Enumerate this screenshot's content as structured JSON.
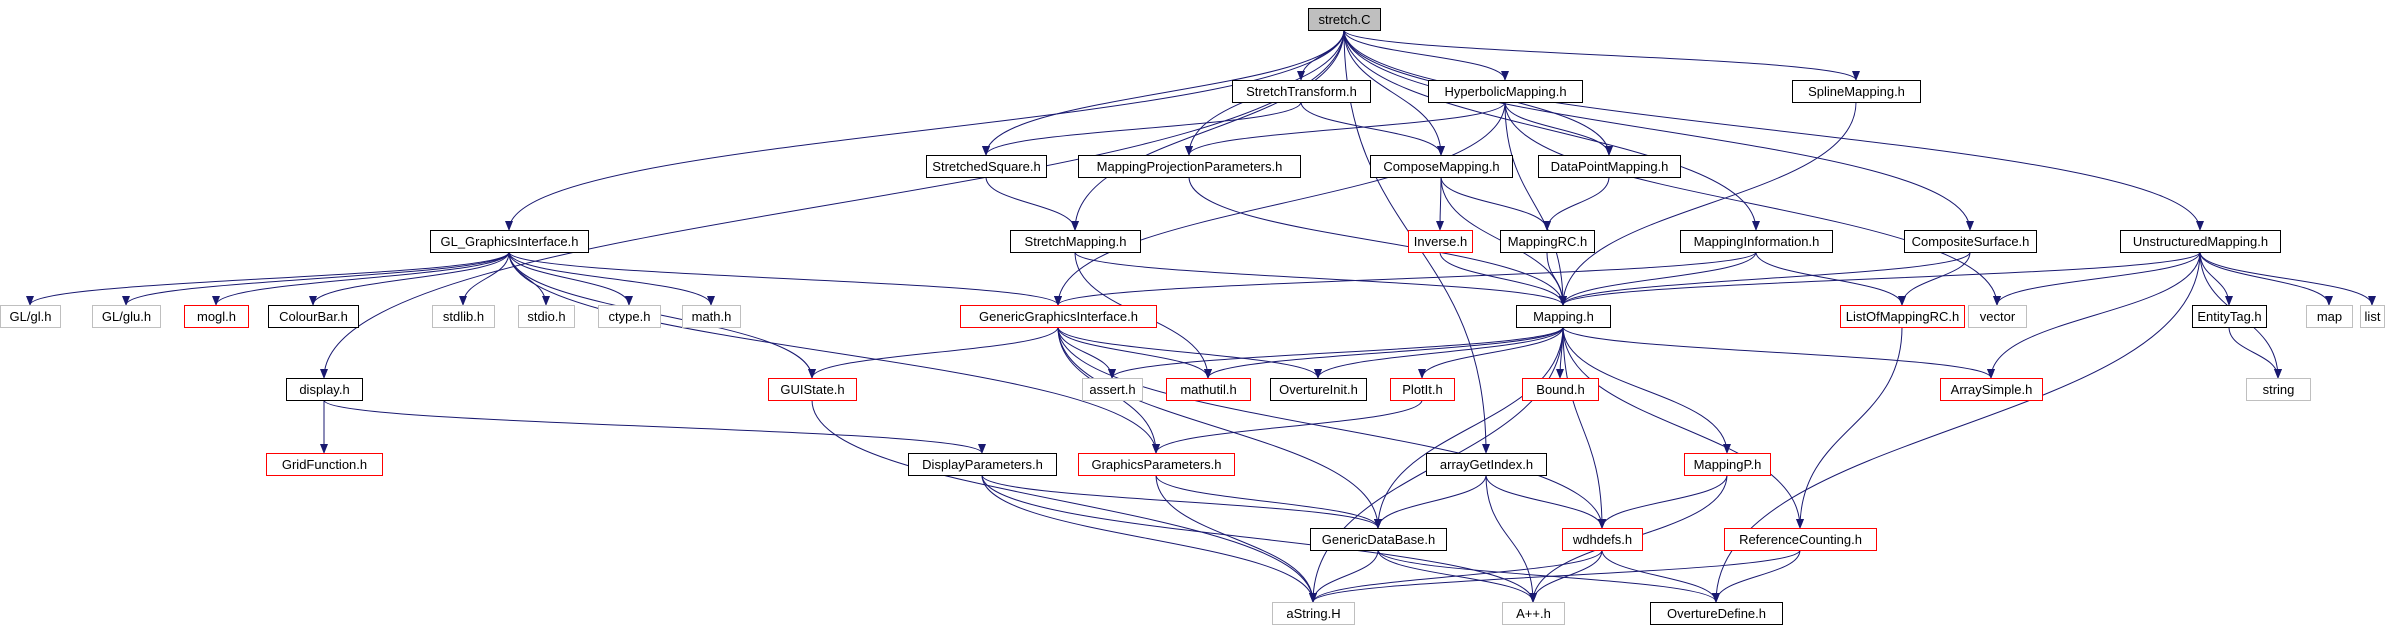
{
  "colors": {
    "edge": "#191970",
    "border_default": "#000000",
    "border_undocumented": "#ff0000",
    "border_system": "#bfbfbf",
    "fill_root": "#bfbfbf",
    "fill_default": "#ffffff",
    "text": "#000000"
  },
  "nodes": [
    {
      "id": "stretch_c",
      "label": "stretch.C",
      "kind": "root"
    },
    {
      "id": "stretchtransform",
      "label": "StretchTransform.h",
      "kind": "default"
    },
    {
      "id": "hyperbolicmapping",
      "label": "HyperbolicMapping.h",
      "kind": "default"
    },
    {
      "id": "splinemapping",
      "label": "SplineMapping.h",
      "kind": "default"
    },
    {
      "id": "stretchedsquare",
      "label": "StretchedSquare.h",
      "kind": "default"
    },
    {
      "id": "mappingprojectionparameters",
      "label": "MappingProjectionParameters.h",
      "kind": "default"
    },
    {
      "id": "composemapping",
      "label": "ComposeMapping.h",
      "kind": "default"
    },
    {
      "id": "datapointmapping",
      "label": "DataPointMapping.h",
      "kind": "default"
    },
    {
      "id": "gl_graphicsinterface",
      "label": "GL_GraphicsInterface.h",
      "kind": "default"
    },
    {
      "id": "stretchmapping",
      "label": "StretchMapping.h",
      "kind": "default"
    },
    {
      "id": "inverse",
      "label": "Inverse.h",
      "kind": "undocumented"
    },
    {
      "id": "mappingrc",
      "label": "MappingRC.h",
      "kind": "default"
    },
    {
      "id": "mappinginformation",
      "label": "MappingInformation.h",
      "kind": "default"
    },
    {
      "id": "compositesurface",
      "label": "CompositeSurface.h",
      "kind": "default"
    },
    {
      "id": "unstructuredmapping",
      "label": "UnstructuredMapping.h",
      "kind": "default"
    },
    {
      "id": "gl_gl",
      "label": "GL/gl.h",
      "kind": "system"
    },
    {
      "id": "gl_glu",
      "label": "GL/glu.h",
      "kind": "system"
    },
    {
      "id": "mogl",
      "label": "mogl.h",
      "kind": "undocumented"
    },
    {
      "id": "colourbar",
      "label": "ColourBar.h",
      "kind": "default"
    },
    {
      "id": "stdlib",
      "label": "stdlib.h",
      "kind": "system"
    },
    {
      "id": "stdio",
      "label": "stdio.h",
      "kind": "system"
    },
    {
      "id": "ctype",
      "label": "ctype.h",
      "kind": "system"
    },
    {
      "id": "math",
      "label": "math.h",
      "kind": "system"
    },
    {
      "id": "genericgraphicsinterface",
      "label": "GenericGraphicsInterface.h",
      "kind": "undocumented"
    },
    {
      "id": "mapping",
      "label": "Mapping.h",
      "kind": "default"
    },
    {
      "id": "listofmappingrc",
      "label": "ListOfMappingRC.h",
      "kind": "undocumented"
    },
    {
      "id": "vector",
      "label": "vector",
      "kind": "system"
    },
    {
      "id": "entitytag",
      "label": "EntityTag.h",
      "kind": "default"
    },
    {
      "id": "map",
      "label": "map",
      "kind": "system"
    },
    {
      "id": "list",
      "label": "list",
      "kind": "system"
    },
    {
      "id": "display",
      "label": "display.h",
      "kind": "default"
    },
    {
      "id": "guistate",
      "label": "GUIState.h",
      "kind": "undocumented"
    },
    {
      "id": "assert",
      "label": "assert.h",
      "kind": "system"
    },
    {
      "id": "mathutil",
      "label": "mathutil.h",
      "kind": "undocumented"
    },
    {
      "id": "overtureinit",
      "label": "OvertureInit.h",
      "kind": "default"
    },
    {
      "id": "plotit",
      "label": "PlotIt.h",
      "kind": "undocumented"
    },
    {
      "id": "bound",
      "label": "Bound.h",
      "kind": "undocumented"
    },
    {
      "id": "arraysimple",
      "label": "ArraySimple.h",
      "kind": "undocumented"
    },
    {
      "id": "string",
      "label": "string",
      "kind": "system"
    },
    {
      "id": "gridfunction",
      "label": "GridFunction.h",
      "kind": "undocumented"
    },
    {
      "id": "displayparameters",
      "label": "DisplayParameters.h",
      "kind": "default"
    },
    {
      "id": "graphicsparameters",
      "label": "GraphicsParameters.h",
      "kind": "undocumented"
    },
    {
      "id": "arraygetindex",
      "label": "arrayGetIndex.h",
      "kind": "default"
    },
    {
      "id": "mappingp",
      "label": "MappingP.h",
      "kind": "undocumented"
    },
    {
      "id": "genericdatabase",
      "label": "GenericDataBase.h",
      "kind": "default"
    },
    {
      "id": "wdhdefs",
      "label": "wdhdefs.h",
      "kind": "undocumented"
    },
    {
      "id": "referencecounting",
      "label": "ReferenceCounting.h",
      "kind": "undocumented"
    },
    {
      "id": "astring",
      "label": "aString.H",
      "kind": "system"
    },
    {
      "id": "aplusplus",
      "label": "A++.h",
      "kind": "system"
    },
    {
      "id": "overturedefine",
      "label": "OvertureDefine.h",
      "kind": "default"
    }
  ],
  "edges": [
    [
      "stretch_c",
      "stretchtransform"
    ],
    [
      "stretch_c",
      "hyperbolicmapping"
    ],
    [
      "stretch_c",
      "splinemapping"
    ],
    [
      "stretch_c",
      "stretchedsquare"
    ],
    [
      "stretch_c",
      "mappingprojectionparameters"
    ],
    [
      "stretch_c",
      "composemapping"
    ],
    [
      "stretch_c",
      "datapointmapping"
    ],
    [
      "stretch_c",
      "gl_graphicsinterface"
    ],
    [
      "stretch_c",
      "stretchmapping"
    ],
    [
      "stretch_c",
      "mappinginformation"
    ],
    [
      "stretch_c",
      "compositesurface"
    ],
    [
      "stretch_c",
      "unstructuredmapping"
    ],
    [
      "stretch_c",
      "display"
    ],
    [
      "stretch_c",
      "arraygetindex"
    ],
    [
      "stretchtransform",
      "stretchedsquare"
    ],
    [
      "stretchtransform",
      "composemapping"
    ],
    [
      "hyperbolicmapping",
      "mappingprojectionparameters"
    ],
    [
      "hyperbolicmapping",
      "datapointmapping"
    ],
    [
      "hyperbolicmapping",
      "genericgraphicsinterface"
    ],
    [
      "hyperbolicmapping",
      "mapping"
    ],
    [
      "hyperbolicmapping",
      "vector"
    ],
    [
      "splinemapping",
      "mapping"
    ],
    [
      "stretchedsquare",
      "stretchmapping"
    ],
    [
      "mappingprojectionparameters",
      "mapping"
    ],
    [
      "composemapping",
      "inverse"
    ],
    [
      "composemapping",
      "mappingrc"
    ],
    [
      "composemapping",
      "mapping"
    ],
    [
      "datapointmapping",
      "mappingrc"
    ],
    [
      "stretchmapping",
      "mapping"
    ],
    [
      "stretchmapping",
      "mathutil"
    ],
    [
      "inverse",
      "mapping"
    ],
    [
      "mappingrc",
      "mapping"
    ],
    [
      "mappinginformation",
      "mapping"
    ],
    [
      "mappinginformation",
      "genericgraphicsinterface"
    ],
    [
      "mappinginformation",
      "listofmappingrc"
    ],
    [
      "compositesurface",
      "mapping"
    ],
    [
      "compositesurface",
      "listofmappingrc"
    ],
    [
      "unstructuredmapping",
      "mapping"
    ],
    [
      "unstructuredmapping",
      "vector"
    ],
    [
      "unstructuredmapping",
      "entitytag"
    ],
    [
      "unstructuredmapping",
      "map"
    ],
    [
      "unstructuredmapping",
      "list"
    ],
    [
      "unstructuredmapping",
      "string"
    ],
    [
      "unstructuredmapping",
      "arraysimple"
    ],
    [
      "unstructuredmapping",
      "overturedefine"
    ],
    [
      "gl_graphicsinterface",
      "gl_gl"
    ],
    [
      "gl_graphicsinterface",
      "gl_glu"
    ],
    [
      "gl_graphicsinterface",
      "mogl"
    ],
    [
      "gl_graphicsinterface",
      "colourbar"
    ],
    [
      "gl_graphicsinterface",
      "stdlib"
    ],
    [
      "gl_graphicsinterface",
      "stdio"
    ],
    [
      "gl_graphicsinterface",
      "ctype"
    ],
    [
      "gl_graphicsinterface",
      "math"
    ],
    [
      "gl_graphicsinterface",
      "genericgraphicsinterface"
    ],
    [
      "gl_graphicsinterface",
      "guistate"
    ],
    [
      "gl_graphicsinterface",
      "graphicsparameters"
    ],
    [
      "genericgraphicsinterface",
      "guistate"
    ],
    [
      "genericgraphicsinterface",
      "assert"
    ],
    [
      "genericgraphicsinterface",
      "mathutil"
    ],
    [
      "genericgraphicsinterface",
      "overtureinit"
    ],
    [
      "genericgraphicsinterface",
      "graphicsparameters"
    ],
    [
      "genericgraphicsinterface",
      "genericdatabase"
    ],
    [
      "genericgraphicsinterface",
      "wdhdefs"
    ],
    [
      "mapping",
      "assert"
    ],
    [
      "mapping",
      "mathutil"
    ],
    [
      "mapping",
      "overtureinit"
    ],
    [
      "mapping",
      "plotit"
    ],
    [
      "mapping",
      "bound"
    ],
    [
      "mapping",
      "arraysimple"
    ],
    [
      "mapping",
      "mappingp"
    ],
    [
      "mapping",
      "genericdatabase"
    ],
    [
      "mapping",
      "wdhdefs"
    ],
    [
      "mapping",
      "referencecounting"
    ],
    [
      "mapping",
      "astring"
    ],
    [
      "listofmappingrc",
      "referencecounting"
    ],
    [
      "entitytag",
      "string"
    ],
    [
      "display",
      "gridfunction"
    ],
    [
      "display",
      "displayparameters"
    ],
    [
      "guistate",
      "astring"
    ],
    [
      "plotit",
      "graphicsparameters"
    ],
    [
      "displayparameters",
      "genericdatabase"
    ],
    [
      "displayparameters",
      "astring"
    ],
    [
      "displayparameters",
      "aplusplus"
    ],
    [
      "graphicsparameters",
      "genericdatabase"
    ],
    [
      "graphicsparameters",
      "astring"
    ],
    [
      "arraygetindex",
      "genericdatabase"
    ],
    [
      "arraygetindex",
      "wdhdefs"
    ],
    [
      "arraygetindex",
      "aplusplus"
    ],
    [
      "mappingp",
      "wdhdefs"
    ],
    [
      "mappingp",
      "aplusplus"
    ],
    [
      "genericdatabase",
      "astring"
    ],
    [
      "genericdatabase",
      "aplusplus"
    ],
    [
      "genericdatabase",
      "overturedefine"
    ],
    [
      "wdhdefs",
      "aplusplus"
    ],
    [
      "wdhdefs",
      "overturedefine"
    ],
    [
      "wdhdefs",
      "astring"
    ],
    [
      "referencecounting",
      "overturedefine"
    ],
    [
      "referencecounting",
      "astring"
    ]
  ]
}
